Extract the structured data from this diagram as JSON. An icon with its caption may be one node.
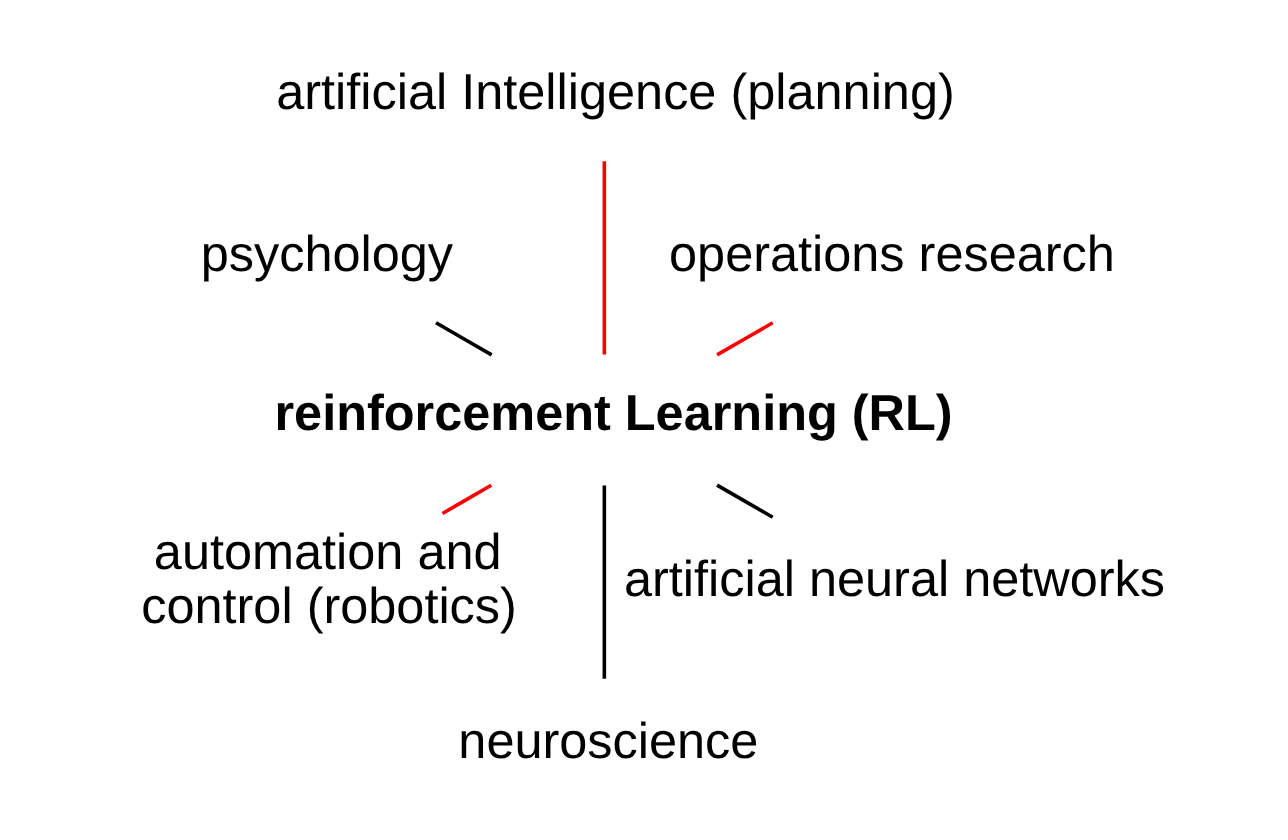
{
  "diagram": {
    "nodes": [
      {
        "text": [
          "reinforcement Learning (RL)"
        ]
      },
      {
        "text": [
          "operations research"
        ]
      },
      {
        "text": [
          "artificial Intelligence (planning)"
        ]
      },
      {
        "text": [
          "psychology"
        ]
      },
      {
        "text": [
          "automation and control (robotics)"
        ]
      },
      {
        "text": [
          "neuroscience"
        ]
      },
      {
        "text": [
          "artificial neural networks"
        ]
      }
    ],
    "edges": [
      {
        "from": 1,
        "to": 0,
        "arrow": "none",
        "color": "#ff0000"
      },
      {
        "from": 2,
        "to": 0,
        "arrow": "none",
        "color": "#ff0000"
      },
      {
        "from": 3,
        "to": 0,
        "arrow": "none",
        "color": "#000000"
      },
      {
        "from": 4,
        "to": 0,
        "arrow": "none",
        "color": "#ff0000"
      },
      {
        "from": 5,
        "to": 0,
        "arrow": "none",
        "color": "#000000"
      },
      {
        "from": 6,
        "to": 0,
        "arrow": "none",
        "color": "#000000"
      }
    ]
  }
}
